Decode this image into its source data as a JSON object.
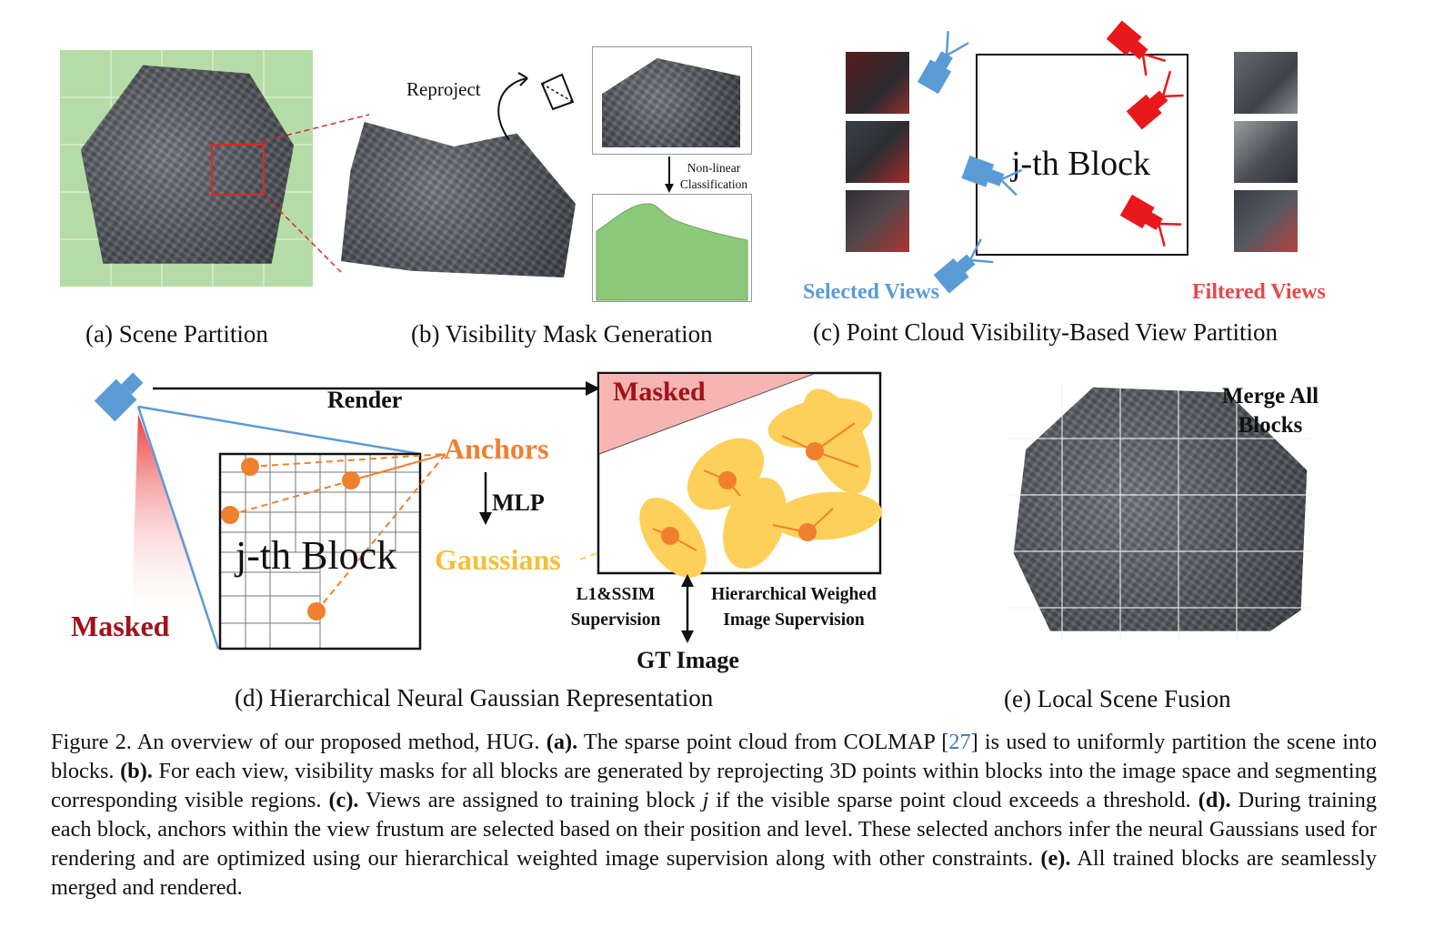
{
  "panel_a": {
    "caption": "(a) Scene Partition"
  },
  "panel_b": {
    "caption": "(b) Visibility Mask Generation",
    "reproject_label": "Reproject",
    "nonlinear_line1": "Non-linear",
    "nonlinear_line2": "Classification"
  },
  "panel_c": {
    "caption": "(c) Point Cloud Visibility-Based View Partition",
    "block_label": "j-th Block",
    "selected_label": "Selected Views",
    "filtered_label": "Filtered Views",
    "selected_color": "#5b9bd5",
    "filtered_color": "#e8474a"
  },
  "panel_d": {
    "caption": "(d) Hierarchical Neural Gaussian Representation",
    "render_label": "Render",
    "masked_top_label": "Masked",
    "masked_left_label": "Masked",
    "anchors_label": "Anchors",
    "mlp_label": "MLP",
    "gaussians_label": "Gaussians",
    "block_label": "j-th Block",
    "l1_line1": "L1&SSIM",
    "l1_line2": "Supervision",
    "hier_line1": "Hierarchical Weighed",
    "hier_line2": "Image Supervision",
    "gt_label": "GT Image",
    "anchor_color": "#f07f2e",
    "gaussian_color": "#fdd05a"
  },
  "panel_e": {
    "caption": "(e) Local Scene Fusion",
    "merge_line1": "Merge All",
    "merge_line2": "Blocks"
  },
  "figure_caption": {
    "s1": "Figure 2. An overview of our proposed method, HUG. ",
    "a": "(a).",
    "s2": " The sparse point cloud from COLMAP [",
    "ref": "27",
    "s3": "] is used to uniformly partition the scene into blocks. ",
    "b": "(b).",
    "s4": " For each view, visibility masks for all blocks are generated by reprojecting 3D points within blocks into the image space and segmenting corresponding visible regions. ",
    "c": "(c).",
    "s5": " Views are assigned to training block ",
    "j": "j",
    "s6": " if the visible sparse point cloud exceeds a threshold. ",
    "d": "(d).",
    "s7": " During training each block, anchors within the view frustum are selected based on their position and level. These selected anchors infer the neural Gaussians used for rendering and are optimized using our hierarchical weighted image supervision along with other constraints. ",
    "e": "(e).",
    "s8": " All trained blocks are seamlessly merged and rendered."
  }
}
